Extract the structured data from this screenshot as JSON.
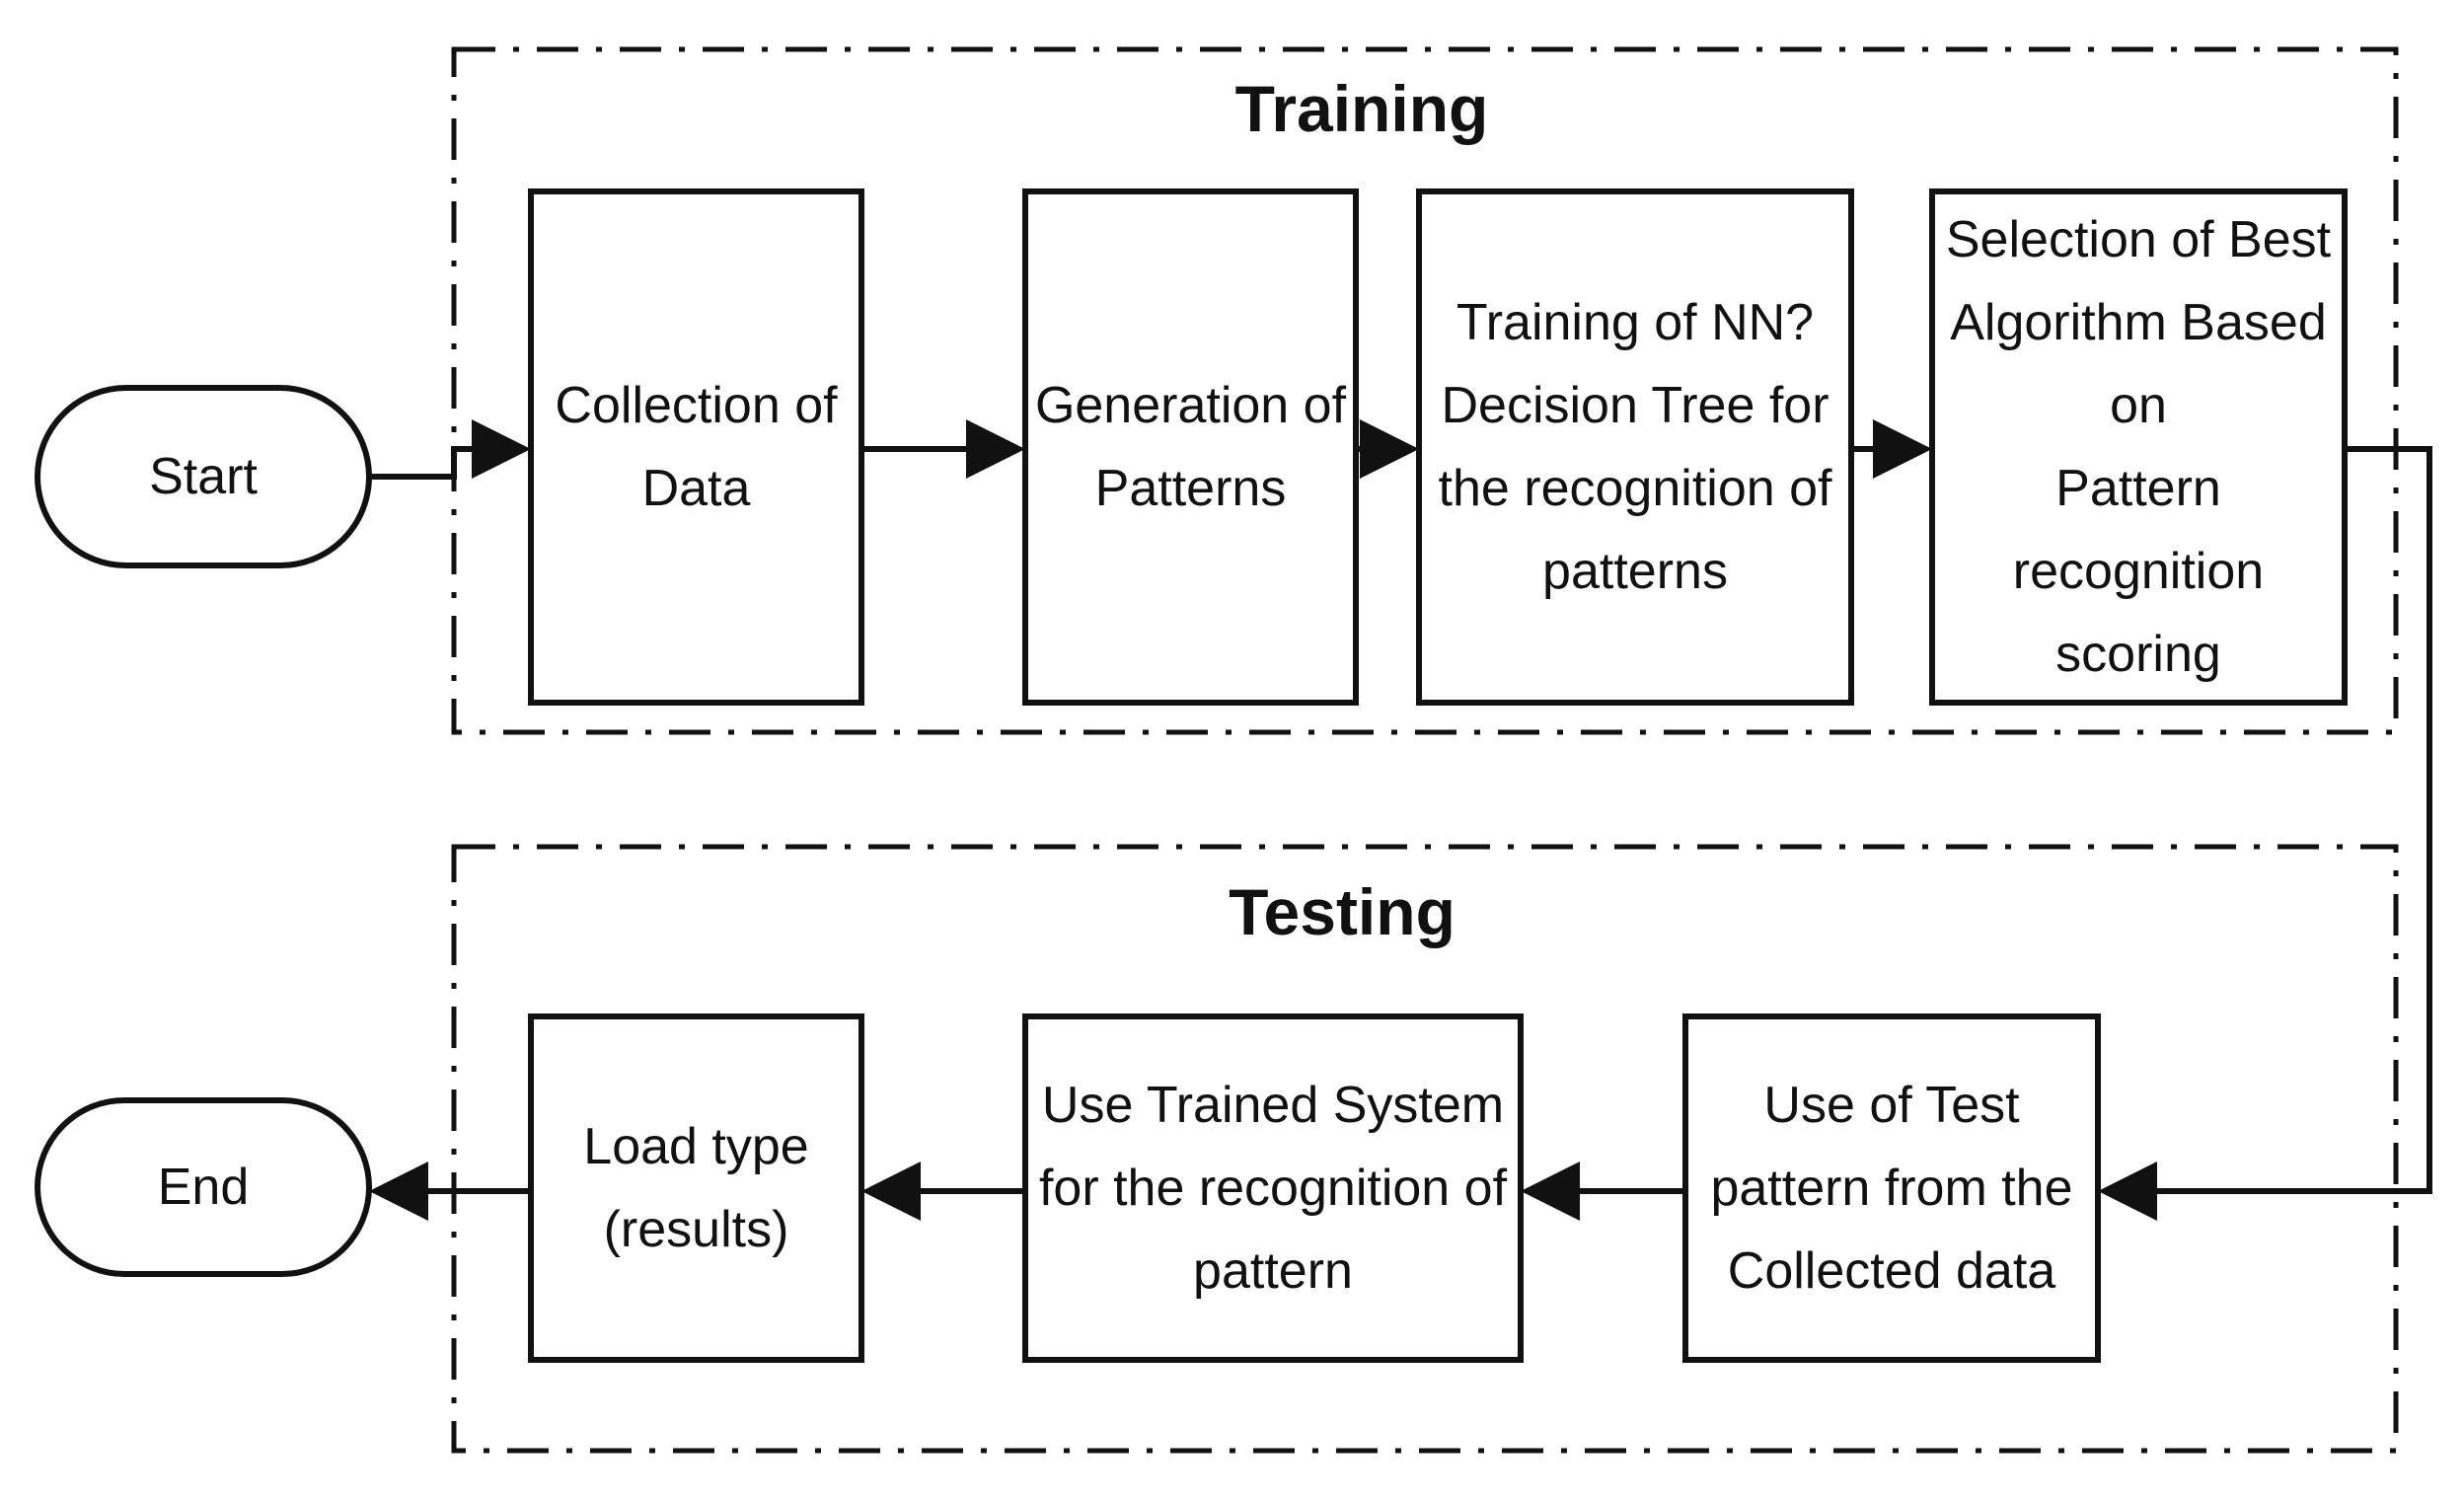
{
  "training_section": {
    "title": "Training"
  },
  "testing_section": {
    "title": "Testing"
  },
  "terminals": {
    "start": "Start",
    "end": "End"
  },
  "training_steps": [
    {
      "lines": [
        "Collection of",
        "Data"
      ]
    },
    {
      "lines": [
        "Generation of",
        "Patterns"
      ]
    },
    {
      "lines": [
        "Training of NN?",
        "Decision Tree for",
        "the recognition of",
        "patterns"
      ]
    },
    {
      "lines": [
        "Selection of Best",
        "Algorithm Based",
        "on",
        "Pattern",
        "recognition",
        "scoring"
      ]
    }
  ],
  "testing_steps": [
    {
      "lines": [
        "Use of Test",
        "pattern from the",
        "Collected data"
      ]
    },
    {
      "lines": [
        "Use Trained System",
        "for the recognition of",
        "pattern"
      ]
    },
    {
      "lines": [
        "Load type",
        "(results)"
      ]
    }
  ]
}
